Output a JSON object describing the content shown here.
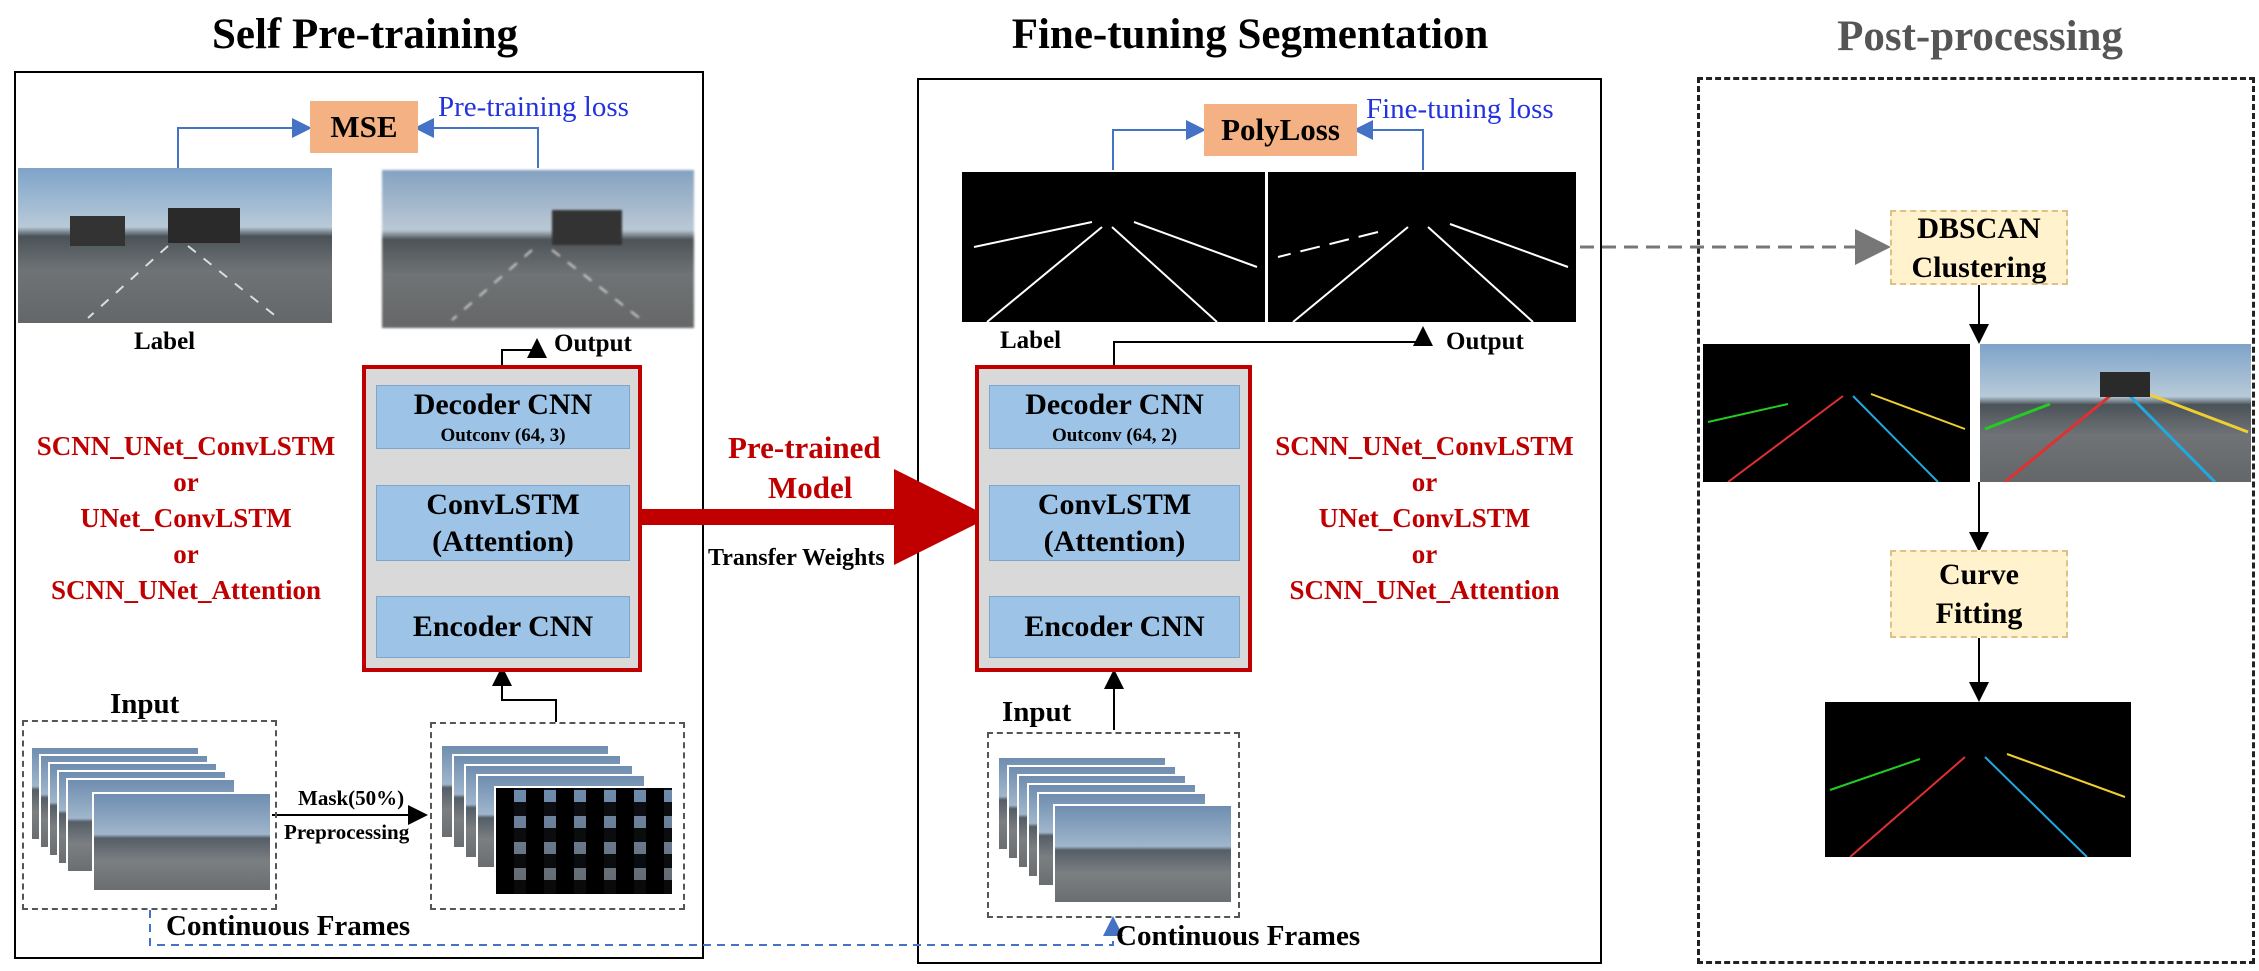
{
  "titles": {
    "self_pretraining": "Self Pre-training",
    "finetuning": "Fine-tuning Segmentation",
    "postprocessing": "Post-processing"
  },
  "pretrain": {
    "loss_name": "MSE",
    "loss_caption": "Pre-training loss",
    "label": "Label",
    "output": "Output",
    "decoder": "Decoder CNN",
    "outconv": "Outconv (64, 3)",
    "convlstm_line1": "ConvLSTM",
    "convlstm_line2": "(Attention)",
    "encoder": "Encoder CNN",
    "input": "Input",
    "mask_line1": "Mask(50%)",
    "mask_line2": "Preprocessing",
    "continuous_frames": "Continuous Frames",
    "variants": [
      "SCNN_UNet_ConvLSTM",
      "or",
      "UNet_ConvLSTM",
      "or",
      "SCNN_UNet_Attention"
    ]
  },
  "transfer": {
    "pretrained_line1": "Pre-trained",
    "pretrained_line2": "Model",
    "transfer_weights": "Transfer Weights"
  },
  "finetune": {
    "loss_name": "PolyLoss",
    "loss_caption": "Fine-tuning loss",
    "label": "Label",
    "output": "Output",
    "decoder": "Decoder CNN",
    "outconv": "Outconv (64, 2)",
    "convlstm_line1": "ConvLSTM",
    "convlstm_line2": "(Attention)",
    "encoder": "Encoder CNN",
    "input": "Input",
    "continuous_frames": "Continuous Frames",
    "variants": [
      "SCNN_UNet_ConvLSTM",
      "or",
      "UNet_ConvLSTM",
      "or",
      "SCNN_UNet_Attention"
    ]
  },
  "post": {
    "dbscan_line1": "DBSCAN",
    "dbscan_line2": "Clustering",
    "curve_line1": "Curve",
    "curve_line2": "Fitting"
  },
  "colors": {
    "model_border": "#c00000",
    "module_fill": "#9dc3e6",
    "loss_fill": "#f4b183",
    "post_fill": "#fff2cc",
    "arrow_blue": "#4472c4",
    "caption_blue": "#2233dd",
    "lane_red": "#e03030",
    "lane_green": "#22cc22",
    "lane_cyan": "#22a8e0",
    "lane_yellow": "#f0d030"
  }
}
